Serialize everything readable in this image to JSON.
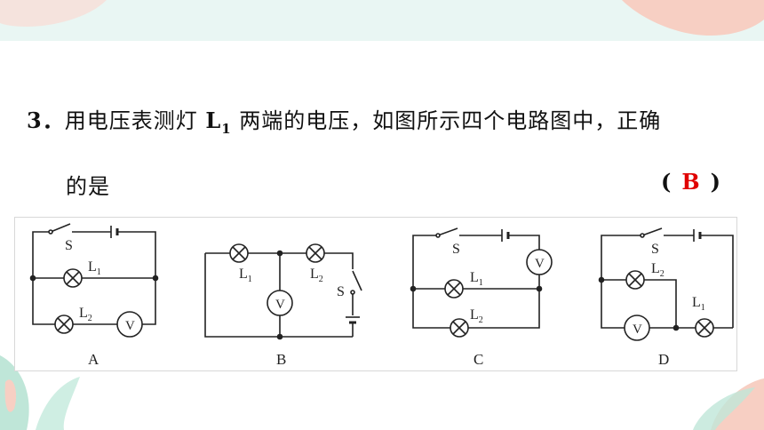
{
  "question": {
    "number": "3．",
    "text_before": "用电压表测灯 ",
    "symbol": "L",
    "symbol_sub": "1",
    "text_after": " 两端的电压，如图所示四个电路图中，正确",
    "line2": "的是",
    "paren_open": "(",
    "answer": "B",
    "paren_close": ")"
  },
  "figure": {
    "captions": [
      "A",
      "B",
      "C",
      "D"
    ],
    "switch_label": "S",
    "lamp1_label": "L",
    "lamp1_sub": "1",
    "lamp2_label": "L",
    "lamp2_sub": "2",
    "voltmeter_label": "V"
  },
  "colors": {
    "top_band": "#e9f6f3",
    "answer": "#e00000",
    "deco_pink": "#f7cfc3",
    "deco_green": "#bfe6d8"
  }
}
